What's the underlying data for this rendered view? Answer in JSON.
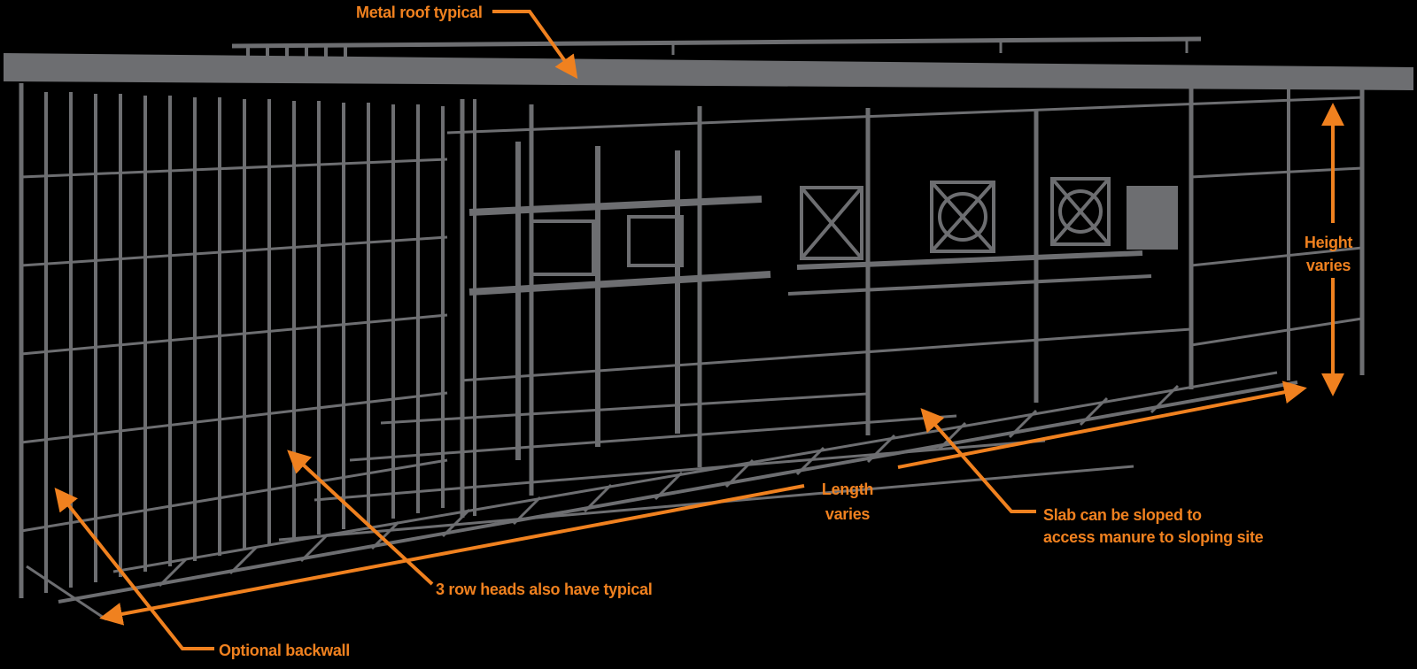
{
  "diagram": {
    "type": "technical-callout-diagram",
    "subject": "open-front livestock barn perspective line drawing",
    "annotations": {
      "metal_roof": "Metal roof typical",
      "height_line1": "Height",
      "height_line2": "varies",
      "length_line1": "Length",
      "length_line2": "varies",
      "slab_line1": "Slab can be sloped to",
      "slab_line2": "access manure to sloping site",
      "row_heads": "3 row heads also have typical",
      "backwall": "Optional backwall"
    },
    "colors": {
      "annotation_orange": "#F0811F",
      "drawing_gray": "#6D6E71",
      "background": "#000000"
    }
  }
}
